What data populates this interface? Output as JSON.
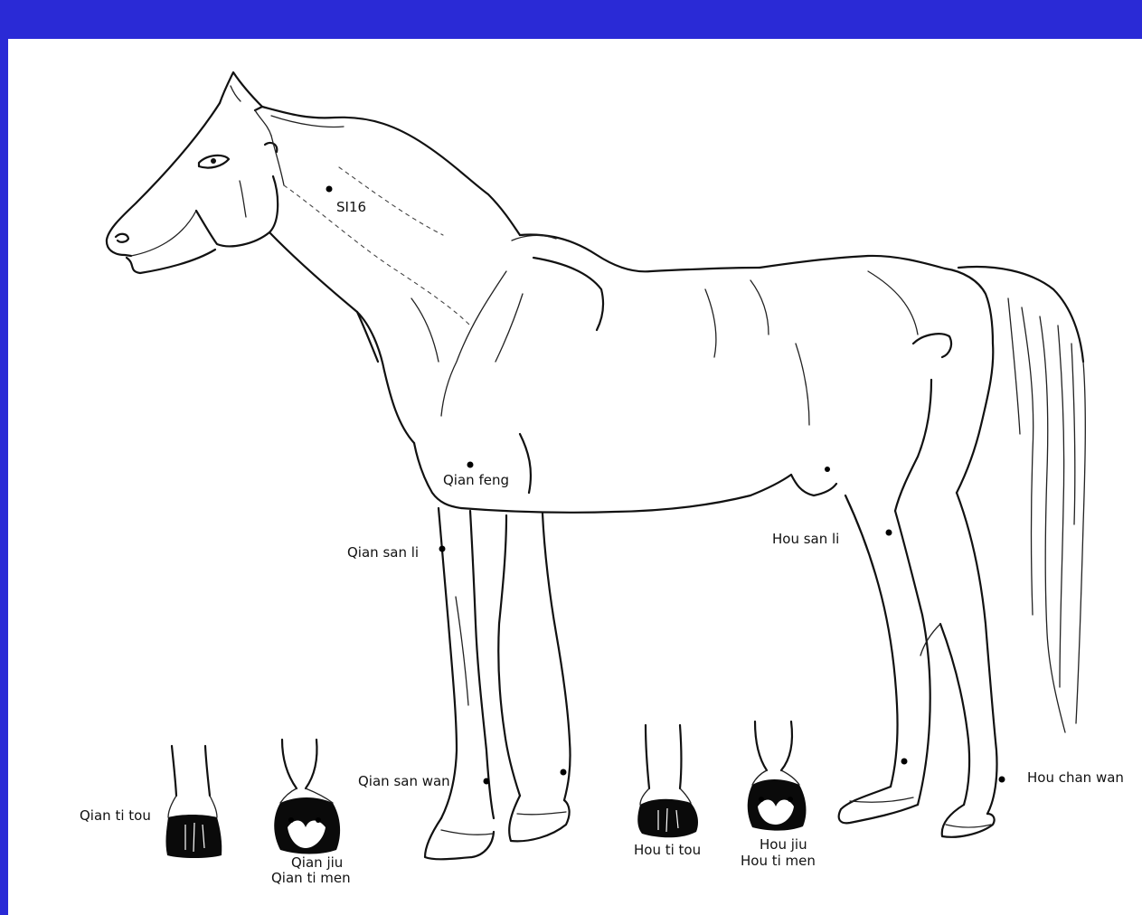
{
  "colors": {
    "frame": "#2a2ad6",
    "background": "#ffffff",
    "ink": "#111111",
    "hoof_fill": "#0a0a0a"
  },
  "icons": {
    "horse": "horse-line-drawing",
    "hoof": "hoof-icon",
    "point": "acupuncture-point-dot"
  },
  "points": [
    {
      "id": "si16",
      "label": "SI16"
    },
    {
      "id": "qian-feng",
      "label": "Qian feng"
    },
    {
      "id": "qian-san-li",
      "label": "Qian san li"
    },
    {
      "id": "hou-san-li",
      "label": "Hou san li"
    },
    {
      "id": "qian-san-wan",
      "label": "Qian san wan"
    },
    {
      "id": "hou-chan-wan",
      "label": "Hou chan wan"
    },
    {
      "id": "qian-ti-tou",
      "label": "Qian ti tou"
    },
    {
      "id": "hou-ti-tou",
      "label": "Hou ti tou"
    }
  ],
  "hoof_labels": {
    "qian_jiu": "Qian jiu",
    "qian_ti_men": "Qian ti men",
    "hou_jiu": "Hou jiu",
    "hou_ti_men": "Hou ti men"
  }
}
